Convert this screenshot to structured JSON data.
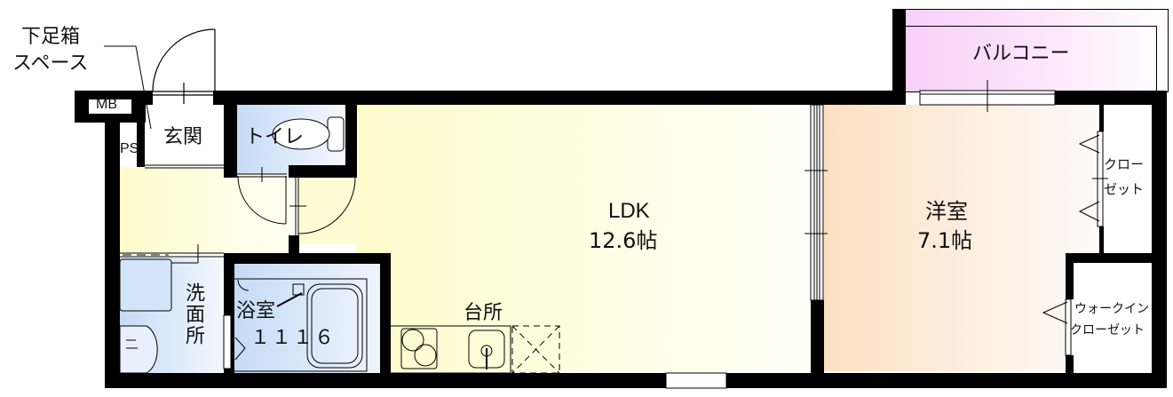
{
  "floorplan": {
    "annotations": {
      "shoe_box_line1": "下足箱",
      "shoe_box_line2": "スペース",
      "meter_box": "MB",
      "pipe_space": "PS"
    },
    "rooms": {
      "entrance": {
        "name": "玄関"
      },
      "toilet": {
        "name": "トイレ"
      },
      "washroom": {
        "name": "洗面所"
      },
      "bathroom": {
        "name": "浴室",
        "size_code": "１１１６"
      },
      "kitchen": {
        "name": "台所"
      },
      "ldk": {
        "name": "LDK",
        "area": "12.6帖"
      },
      "western_room": {
        "name": "洋室",
        "area": "7.1帖"
      },
      "balcony": {
        "name": "バルコニー"
      },
      "closet": {
        "line1": "クロー",
        "line2": "ゼット"
      },
      "walk_in_closet": {
        "line1": "ウォークイン",
        "line2": "クローゼット"
      }
    },
    "colors": {
      "wall": "#000000",
      "ldk": "#fffdd0",
      "western_room": "#fde0c4",
      "balcony": "#f9d2f9",
      "wet_area": "#c8dcf6",
      "toilet_symbol": "#ffffff"
    }
  }
}
